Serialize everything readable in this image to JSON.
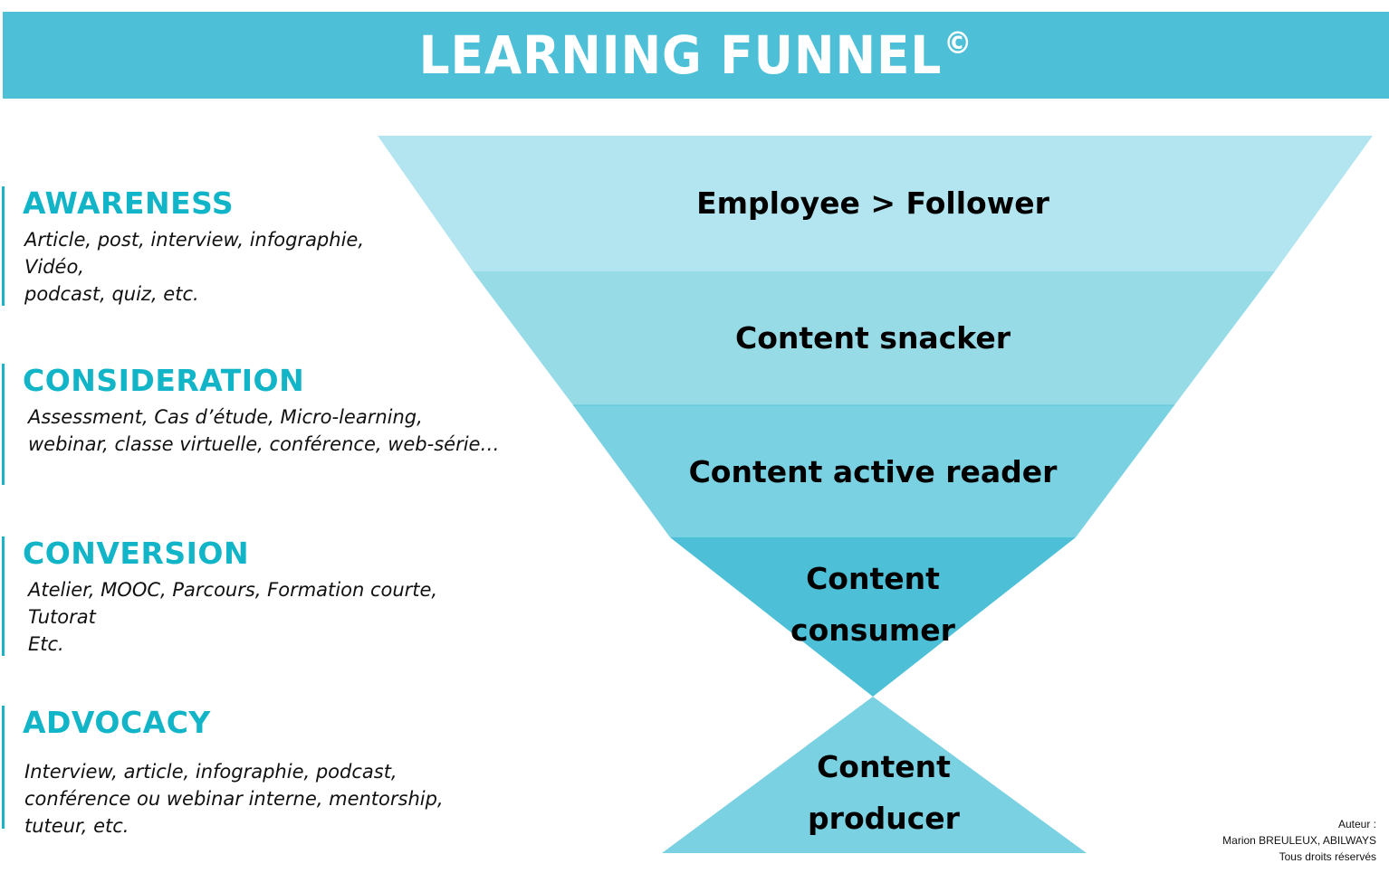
{
  "header": {
    "title": "LEARNING FUNNEL",
    "copyright_mark": "©",
    "background_color": "#4dc0d8"
  },
  "stages": [
    {
      "title": "AWARENESS",
      "description": "Article, post, interview, infographie,\nVidéo,\npodcast, quiz, etc."
    },
    {
      "title": "CONSIDERATION",
      "description": "Assessment, Cas d’étude, Micro-learning,\nwebinar, classe virtuelle, conférence, web-série…"
    },
    {
      "title": "CONVERSION",
      "description": "Atelier, MOOC, Parcours, Formation courte,\nTutorat\nEtc."
    },
    {
      "title": "ADVOCACY",
      "description": "Interview, article, infographie, podcast,\nconférence ou webinar interne, mentorship,\ntuteur, etc."
    }
  ],
  "funnel": {
    "layers": [
      {
        "label": "Employee > Follower",
        "color": "#b2e5ef"
      },
      {
        "label": "Content snacker",
        "color": "#97dbe6"
      },
      {
        "label": "Content active reader",
        "color": "#7ad1e2"
      },
      {
        "label": "Content\nconsumer",
        "color": "#4dc0d8"
      },
      {
        "label": "Content\nproducer",
        "color": "#7ad1e2"
      }
    ]
  },
  "credit": {
    "line1": "Auteur :",
    "line2": "Marion BREULEUX, ABILWAYS",
    "line3": "Tous droits réservés"
  },
  "colors": {
    "accent": "#12b5c8",
    "stage_rule": "#1ab3c7"
  }
}
